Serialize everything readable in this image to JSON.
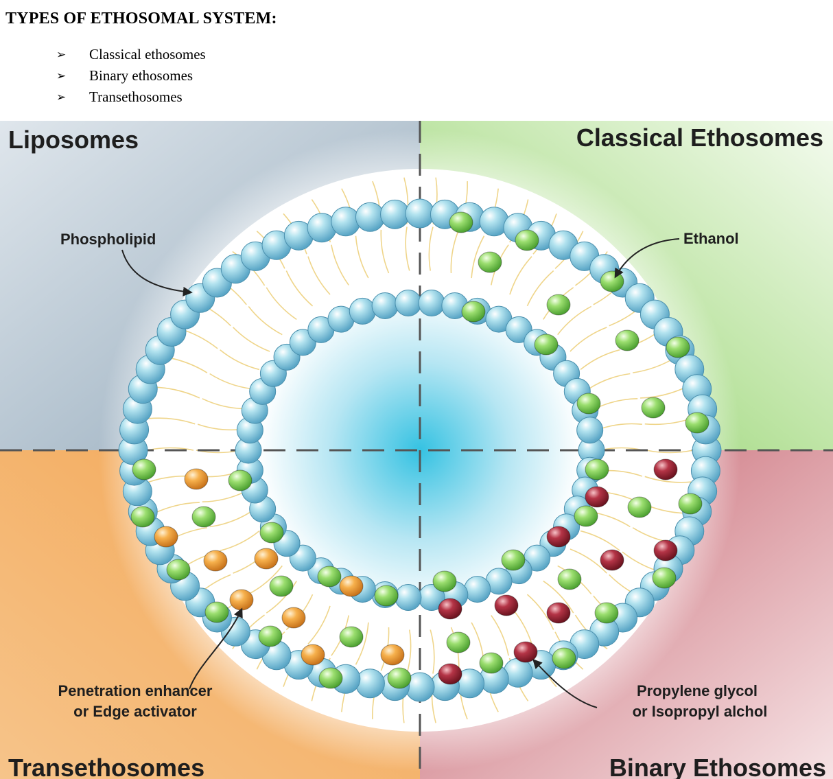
{
  "document": {
    "heading": "TYPES OF ETHOSOMAL SYSTEM:",
    "list": [
      {
        "marker": "➢",
        "text": "Classical ethosomes"
      },
      {
        "marker": "➢",
        "text": "Binary ethosomes"
      },
      {
        "marker": "➢",
        "text": "Transethosomes"
      }
    ]
  },
  "diagram": {
    "quadrants": {
      "top_left": "Liposomes",
      "top_right": "Classical Ethosomes",
      "bottom_left": "Transethosomes",
      "bottom_right": "Binary Ethosomes"
    },
    "callouts": {
      "phospholipid": "Phospholipid",
      "ethanol": "Ethanol",
      "penetration_line1": "Penetration enhancer",
      "penetration_line2": "or Edge activator",
      "glycol_line1": "Propylene glycol",
      "glycol_line2": "or Isopropyl alchol"
    },
    "legend_colors": {
      "phospholipid_head": "#7ec8dc",
      "ethanol": "#8fd66a",
      "penetration_enhancer": "#f0a03c",
      "propylene_glycol": "#a8283a"
    }
  }
}
